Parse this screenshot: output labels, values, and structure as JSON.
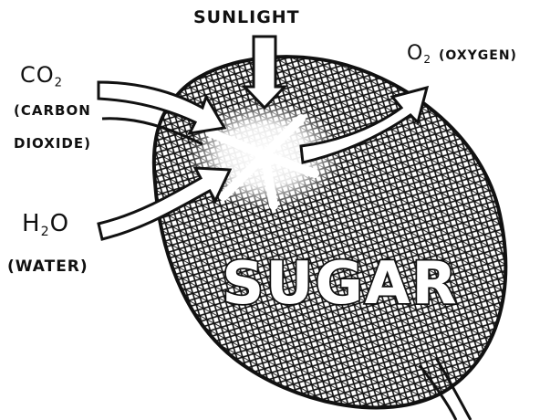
{
  "diagram": {
    "sunlight": "SUNLIGHT",
    "co2_formula": "CO",
    "co2_sub": "2",
    "co2_name_line1": "(CARBON",
    "co2_name_line2": "DIOXIDE)",
    "h2o_h": "H",
    "h2o_sub": "2",
    "h2o_o": "O",
    "h2o_name": "(WATER)",
    "o2_formula": "O",
    "o2_sub": "2",
    "o2_name": "(OXYGEN)",
    "sugar": "SUGAR"
  },
  "colors": {
    "ink": "#111111",
    "paper": "#ffffff"
  }
}
